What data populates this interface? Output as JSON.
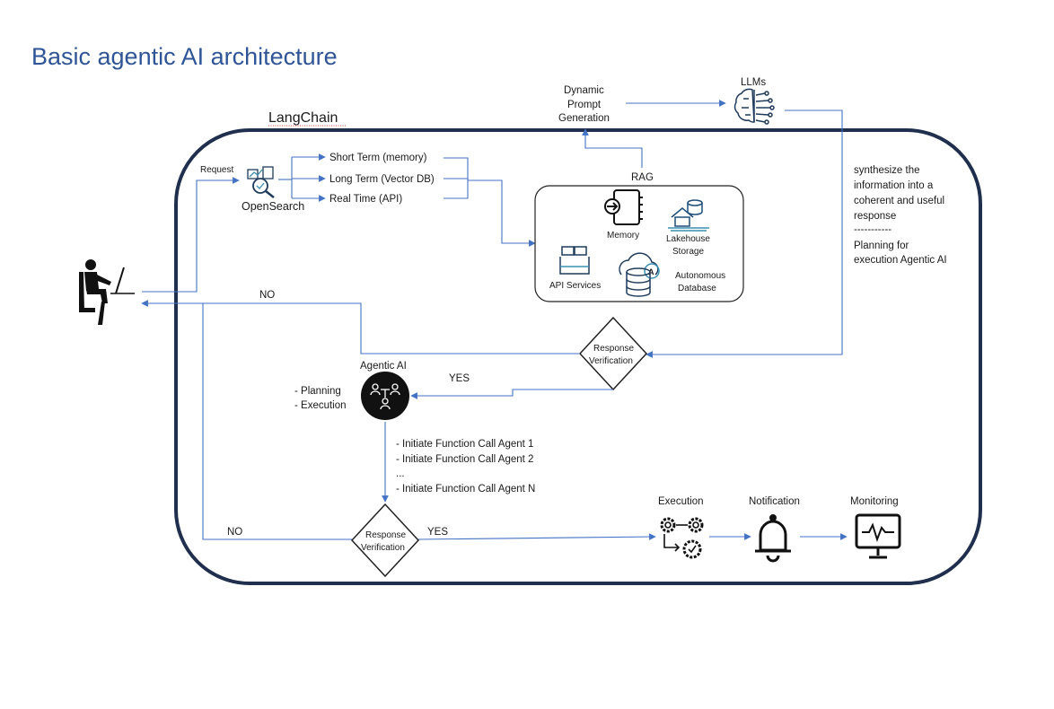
{
  "title": "Basic agentic AI architecture",
  "langchain_label": "LangChain",
  "request_label": "Request",
  "opensearch_label": "OpenSearch",
  "memory_types": [
    "Short Term (memory)",
    "Long Term (Vector DB)",
    "Real Time (API)"
  ],
  "rag_label": "RAG",
  "rag_items": {
    "memory": "Memory",
    "lakehouse": [
      "Lakehouse",
      "Storage"
    ],
    "api_services": "API Services",
    "autonomous_db": [
      "Autonomous",
      "Database"
    ]
  },
  "dynamic_prompt": [
    "Dynamic",
    "Prompt",
    "Generation"
  ],
  "llms_label": "LLMs",
  "synthesize_text": [
    "synthesize the",
    "information into a",
    "coherent and useful",
    "response",
    "-----------",
    "Planning for",
    "execution Agentic AI"
  ],
  "response_verification": [
    "Response",
    "Verification"
  ],
  "no_label": "NO",
  "yes_label": "YES",
  "agentic_ai_label": "Agentic AI",
  "agentic_tasks": [
    "- Planning",
    "- Execution"
  ],
  "function_calls": [
    "- Initiate Function Call Agent 1",
    "- Initiate Function Call Agent 2",
    "...",
    "- Initiate Function Call Agent N"
  ],
  "execution_label": "Execution",
  "notification_label": "Notification",
  "monitoring_label": "Monitoring",
  "icons": [
    "person-at-computer-icon",
    "opensearch-icon",
    "memory-chip-icon",
    "lakehouse-icon",
    "api-services-icon",
    "autonomous-database-icon",
    "llm-brain-icon",
    "agent-network-icon",
    "gears-execution-icon",
    "bell-icon",
    "monitor-icon"
  ],
  "colors": {
    "title": "#2f5597",
    "arrow": "#4472c4",
    "border": "#1f2f4d"
  }
}
